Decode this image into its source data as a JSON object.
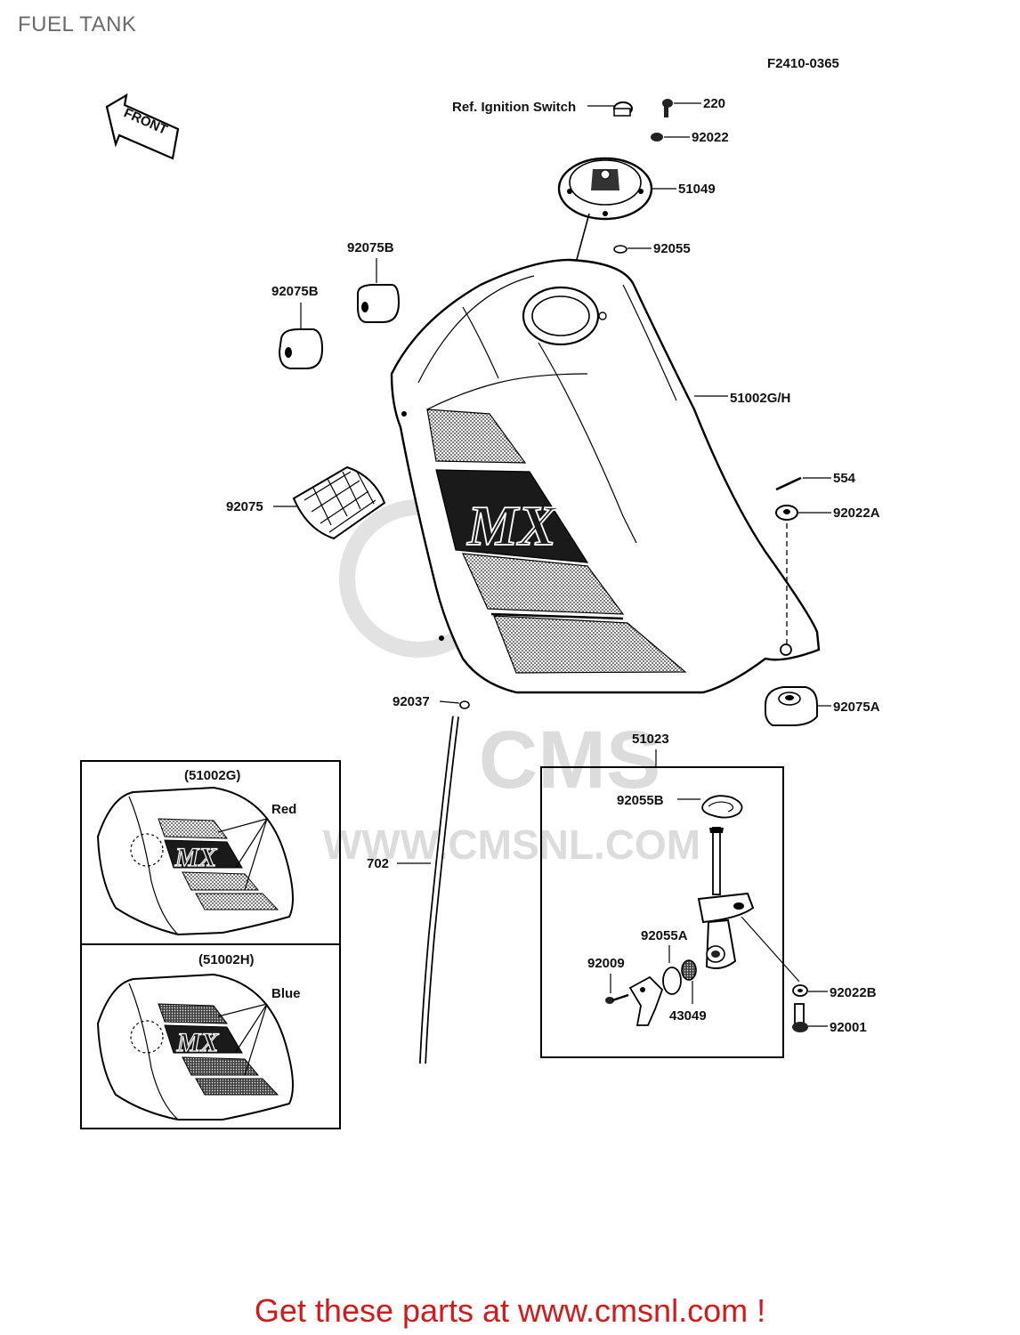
{
  "title": "FUEL TANK",
  "diagram_code": "F2410-0365",
  "front_arrow": "FRONT",
  "watermark": {
    "brand": "CMS",
    "site": "WWW.CMSNL.COM"
  },
  "parts": {
    "ign_switch": "Ref. Ignition Switch",
    "p220": "220",
    "p92022": "92022",
    "p51049": "51049",
    "p92055": "92055",
    "p92075b_1": "92075B",
    "p92075b_2": "92075B",
    "p51002gh": "51002G/H",
    "p554": "554",
    "p92022a": "92022A",
    "p92075": "92075",
    "p92075a": "92075A",
    "p92037": "92037",
    "p51023": "51023",
    "p702": "702",
    "p92055b": "92055B",
    "p92055a": "92055A",
    "p92009": "92009",
    "p43049": "43049",
    "p92022b": "92022B",
    "p92001": "92001"
  },
  "tank_decal": "MX",
  "inset_g": {
    "title": "(51002G)",
    "color": "Red",
    "decal": "MX"
  },
  "inset_h": {
    "title": "(51002H)",
    "color": "Blue",
    "decal": "MX"
  },
  "footer": "Get these parts at www.cmsnl.com !"
}
